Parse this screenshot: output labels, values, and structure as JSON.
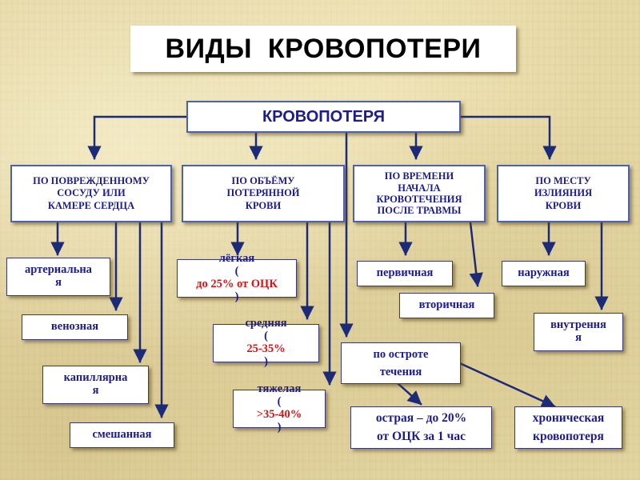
{
  "title": "ВИДЫ  КРОВОПОТЕРИ",
  "root": "КРОВОПОТЕРЯ",
  "categories": [
    {
      "lines": [
        "ПО ПОВРЕЖДЕННОМУ",
        "СОСУДУ ИЛИ",
        "КАМЕРЕ СЕРДЦА"
      ]
    },
    {
      "lines": [
        "ПО ОБЪЁМУ",
        "ПОТЕРЯННОЙ",
        "КРОВИ"
      ]
    },
    {
      "lines": [
        "ПО ВРЕМЕНИ",
        "НАЧАЛА",
        "КРОВОТЕЧЕНИЯ",
        "ПОСЛЕ ТРАВМЫ"
      ]
    },
    {
      "lines": [
        "ПО МЕСТУ",
        "ИЗЛИЯНИЯ",
        "КРОВИ"
      ]
    }
  ],
  "vessel_types": [
    {
      "lines": [
        "артериальна",
        "я"
      ]
    },
    {
      "lines": [
        "венозная"
      ]
    },
    {
      "lines": [
        "капиллярна",
        "я"
      ]
    },
    {
      "lines": [
        "смешанная"
      ]
    }
  ],
  "volume_types": [
    {
      "name": "лёгкая",
      "detail_open": "(",
      "detail_value": "до 25% от ОЦК",
      "detail_close": ")"
    },
    {
      "name": "средняя",
      "detail_open": "(",
      "detail_value": "25-35%",
      "detail_close": ")"
    },
    {
      "name": "тяжелая",
      "detail_open": "(",
      "detail_value": ">35-40%",
      "detail_close": ")"
    }
  ],
  "time_types": [
    "первичная",
    "вторичная"
  ],
  "place_types": [
    {
      "lines": [
        "наружная"
      ]
    },
    {
      "lines": [
        "внутрення",
        "я"
      ]
    }
  ],
  "acuity": {
    "label_lines": [
      "по остроте",
      "течения"
    ],
    "acute_lines": [
      "острая – до 20%",
      "от ОЦК за 1 час"
    ],
    "chronic_lines": [
      "хроническая",
      "кровопотеря"
    ]
  },
  "colors": {
    "connector": "#1c2a78",
    "box_border": "#4a62b5",
    "text": "#1c1c8a",
    "accent": "#d01717"
  }
}
